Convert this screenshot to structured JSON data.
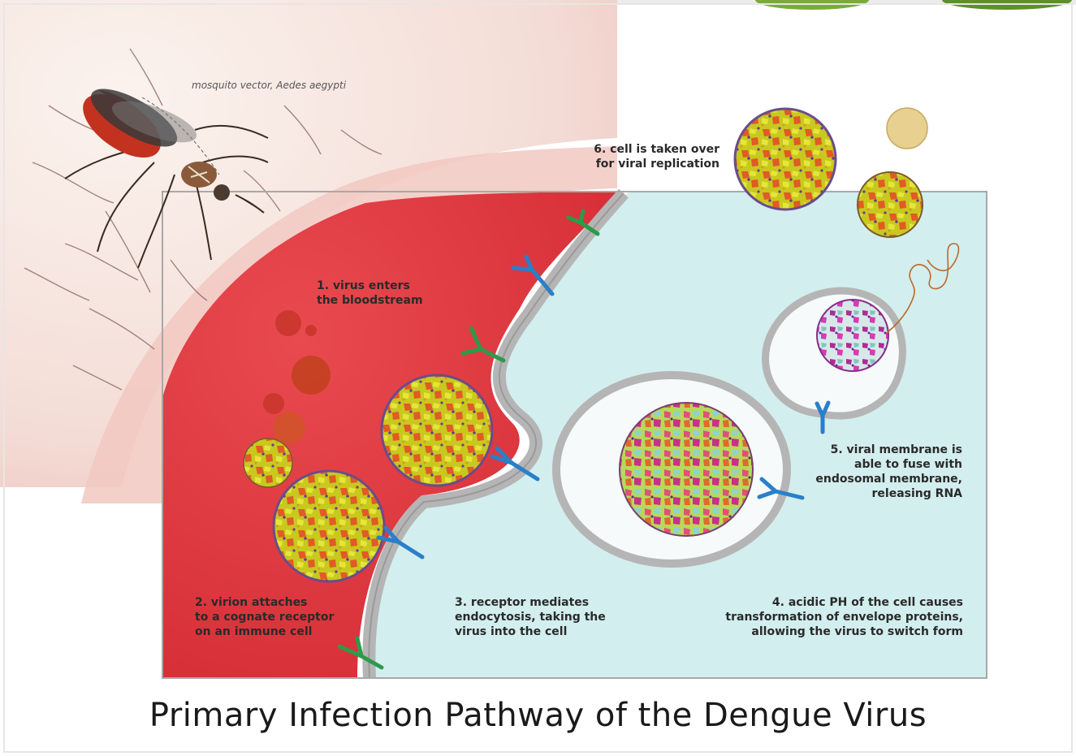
{
  "title": "Primary Infection Pathway of the Dengue Virus",
  "caption": "mosquito vector, Aedes aegypti",
  "steps": [
    {
      "id": 1,
      "text": "1. virus enters\nthe bloodstream"
    },
    {
      "id": 2,
      "text": "2. virion attaches\nto a cognate receptor\non an immune cell"
    },
    {
      "id": 3,
      "text": "3. receptor mediates\nendocytosis, taking the\nvirus into the cell"
    },
    {
      "id": 4,
      "text": "4. acidic PH of the cell causes\ntransformation of envelope proteins,\nallowing the virus to switch form"
    },
    {
      "id": 5,
      "text": "5. viral membrane is\nable to fuse with\nendosomal membrane,\nreleasing RNA"
    },
    {
      "id": 6,
      "text": "6. cell is taken over\nfor viral replication"
    }
  ],
  "colors": {
    "blood": "#e1343c",
    "cell": "#d3eeee",
    "membrane": "#b5b5b5",
    "skin": "#f1d2cf",
    "receptor_blue": "#2a7fc9",
    "receptor_green": "#2d9a4a"
  }
}
